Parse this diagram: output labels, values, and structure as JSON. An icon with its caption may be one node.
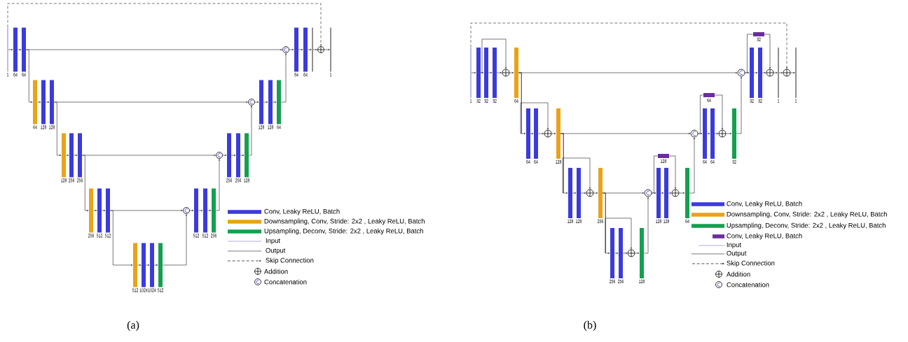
{
  "diagram": {
    "nodes": [
      {
        "text": [],
        "shape": "line",
        "beside": [
          "1"
        ]
      },
      {
        "text": [],
        "shape": "bar",
        "beside": [
          "64"
        ]
      },
      {
        "text": [],
        "shape": "bar",
        "beside": [
          "64"
        ]
      },
      {
        "text": [],
        "shape": "bar",
        "beside": [
          "64"
        ]
      },
      {
        "text": [],
        "shape": "bar",
        "beside": [
          "128"
        ]
      },
      {
        "text": [],
        "shape": "bar",
        "beside": [
          "128"
        ]
      },
      {
        "text": [],
        "shape": "bar",
        "beside": [
          "128"
        ]
      },
      {
        "text": [],
        "shape": "bar",
        "beside": [
          "256"
        ]
      },
      {
        "text": [],
        "shape": "bar",
        "beside": [
          "256"
        ]
      },
      {
        "text": [],
        "shape": "bar",
        "beside": [
          "256"
        ]
      },
      {
        "text": [],
        "shape": "bar",
        "beside": [
          "512"
        ]
      },
      {
        "text": [],
        "shape": "bar",
        "beside": [
          "512"
        ]
      },
      {
        "text": [],
        "shape": "bar",
        "beside": [
          "512"
        ]
      },
      {
        "text": [],
        "shape": "bar",
        "beside": [
          "1024"
        ]
      },
      {
        "text": [],
        "shape": "bar",
        "beside": [
          "1024"
        ]
      },
      {
        "text": [],
        "shape": "bar",
        "beside": [
          "512"
        ]
      },
      {
        "text": [],
        "shape": "circle"
      },
      {
        "text": [],
        "shape": "bar",
        "beside": [
          "512"
        ]
      },
      {
        "text": [],
        "shape": "bar",
        "beside": [
          "512"
        ]
      },
      {
        "text": [],
        "shape": "bar",
        "beside": [
          "256"
        ]
      },
      {
        "text": [],
        "shape": "circle"
      },
      {
        "text": [],
        "shape": "bar",
        "beside": [
          "256"
        ]
      },
      {
        "text": [],
        "shape": "bar",
        "beside": [
          "256"
        ]
      },
      {
        "text": [],
        "shape": "bar",
        "beside": [
          "128"
        ]
      },
      {
        "text": [],
        "shape": "circle"
      },
      {
        "text": [],
        "shape": "bar",
        "beside": [
          "128"
        ]
      },
      {
        "text": [],
        "shape": "bar",
        "beside": [
          "128"
        ]
      },
      {
        "text": [],
        "shape": "bar",
        "beside": [
          "64"
        ]
      },
      {
        "text": [],
        "shape": "circle"
      },
      {
        "text": [],
        "shape": "bar",
        "beside": [
          "64"
        ]
      },
      {
        "text": [],
        "shape": "bar",
        "beside": [
          "64"
        ]
      },
      {
        "text": [],
        "shape": "line"
      },
      {
        "text": [],
        "shape": "plus"
      },
      {
        "text": [],
        "shape": "line",
        "beside": [
          "1"
        ]
      },
      {
        "text": [],
        "shape": "line",
        "beside": [
          "1"
        ]
      },
      {
        "text": [],
        "shape": "bar",
        "beside": [
          "32"
        ]
      },
      {
        "text": [],
        "shape": "bar",
        "beside": [
          "32"
        ]
      },
      {
        "text": [],
        "shape": "bar",
        "beside": [
          "32"
        ]
      },
      {
        "text": [],
        "shape": "plus"
      },
      {
        "text": [],
        "shape": "bar",
        "beside": [
          "64"
        ]
      },
      {
        "text": [],
        "shape": "bar",
        "beside": [
          "64"
        ]
      },
      {
        "text": [],
        "shape": "bar",
        "beside": [
          "64"
        ]
      },
      {
        "text": [],
        "shape": "plus"
      },
      {
        "text": [],
        "shape": "bar",
        "beside": [
          "128"
        ]
      },
      {
        "text": [],
        "shape": "bar",
        "beside": [
          "128"
        ]
      },
      {
        "text": [],
        "shape": "bar",
        "beside": [
          "128"
        ]
      },
      {
        "text": [],
        "shape": "plus"
      },
      {
        "text": [],
        "shape": "bar",
        "beside": [
          "256"
        ]
      },
      {
        "text": [],
        "shape": "bar",
        "beside": [
          "256"
        ]
      },
      {
        "text": [],
        "shape": "bar",
        "beside": [
          "256"
        ]
      },
      {
        "text": [],
        "shape": "plus"
      },
      {
        "text": [],
        "shape": "bar",
        "beside": [
          "128"
        ]
      },
      {
        "text": [],
        "shape": "circle"
      },
      {
        "text": [],
        "shape": "bar",
        "beside": [
          "128"
        ]
      },
      {
        "text": [],
        "shape": "bar",
        "beside": [
          "128"
        ]
      },
      {
        "text": [],
        "shape": "bar",
        "beside": [
          "128"
        ]
      },
      {
        "text": [],
        "shape": "plus"
      },
      {
        "text": [],
        "shape": "bar",
        "beside": [
          "64"
        ]
      },
      {
        "text": [],
        "shape": "circle"
      },
      {
        "text": [],
        "shape": "bar",
        "beside": [
          "64"
        ]
      },
      {
        "text": [],
        "shape": "bar",
        "beside": [
          "64"
        ]
      },
      {
        "text": [],
        "shape": "bar",
        "beside": [
          "64"
        ]
      },
      {
        "text": [],
        "shape": "plus"
      },
      {
        "text": [],
        "shape": "bar",
        "beside": [
          "32"
        ]
      },
      {
        "text": [],
        "shape": "circle"
      },
      {
        "text": [],
        "shape": "bar",
        "beside": [
          "32"
        ]
      },
      {
        "text": [],
        "shape": "bar",
        "beside": [
          "32"
        ]
      },
      {
        "text": [],
        "shape": "bar",
        "beside": [
          "32"
        ]
      },
      {
        "text": [],
        "shape": "plus"
      },
      {
        "text": [],
        "shape": "line",
        "beside": [
          "1"
        ]
      },
      {
        "text": [],
        "shape": "plus"
      },
      {
        "text": [],
        "shape": "line",
        "beside": [
          "1"
        ]
      }
    ],
    "edges": [
      {
        "from": 0,
        "to": 1,
        "arrow": "to"
      },
      {
        "from": 1,
        "to": 2,
        "arrow": "to"
      },
      {
        "from": 2,
        "to": 28,
        "arrow": "to"
      },
      {
        "from": 2,
        "to": 3,
        "arrow": "to"
      },
      {
        "from": 3,
        "to": 4,
        "arrow": "to"
      },
      {
        "from": 4,
        "to": 5,
        "arrow": "to"
      },
      {
        "from": 5,
        "to": 24,
        "arrow": "to"
      },
      {
        "from": 5,
        "to": 6,
        "arrow": "to"
      },
      {
        "from": 6,
        "to": 7,
        "arrow": "to"
      },
      {
        "from": 7,
        "to": 8,
        "arrow": "to"
      },
      {
        "from": 8,
        "to": 20,
        "arrow": "to"
      },
      {
        "from": 8,
        "to": 9,
        "arrow": "to"
      },
      {
        "from": 9,
        "to": 10,
        "arrow": "to"
      },
      {
        "from": 10,
        "to": 11,
        "arrow": "to"
      },
      {
        "from": 11,
        "to": 16,
        "arrow": "to"
      },
      {
        "from": 11,
        "to": 12,
        "arrow": "to"
      },
      {
        "from": 12,
        "to": 13,
        "arrow": "to"
      },
      {
        "from": 13,
        "to": 14,
        "arrow": "to"
      },
      {
        "from": 14,
        "to": 15,
        "arrow": "to"
      },
      {
        "from": 15,
        "to": 16,
        "arrow": "to"
      },
      {
        "from": 16,
        "to": 17,
        "arrow": "to"
      },
      {
        "from": 17,
        "to": 18,
        "arrow": "to"
      },
      {
        "from": 18,
        "to": 19,
        "arrow": "to"
      },
      {
        "from": 19,
        "to": 20,
        "arrow": "to"
      },
      {
        "from": 20,
        "to": 21,
        "arrow": "to"
      },
      {
        "from": 21,
        "to": 22,
        "arrow": "to"
      },
      {
        "from": 22,
        "to": 23,
        "arrow": "to"
      },
      {
        "from": 23,
        "to": 24,
        "arrow": "to"
      },
      {
        "from": 24,
        "to": 25,
        "arrow": "to"
      },
      {
        "from": 25,
        "to": 26,
        "arrow": "to"
      },
      {
        "from": 26,
        "to": 27,
        "arrow": "to"
      },
      {
        "from": 27,
        "to": 28,
        "arrow": "to"
      },
      {
        "from": 28,
        "to": 29,
        "arrow": "to"
      },
      {
        "from": 29,
        "to": 30,
        "arrow": "to"
      },
      {
        "from": 30,
        "to": 31,
        "arrow": "to"
      },
      {
        "from": 31,
        "to": 32,
        "arrow": "to"
      },
      {
        "from": 32,
        "to": 33,
        "arrow": "to"
      },
      {
        "from": 0,
        "to": 32,
        "arrow": "to",
        "style": "dashed"
      },
      {
        "from": 34,
        "to": 35,
        "arrow": "to"
      },
      {
        "from": 35,
        "to": 36,
        "arrow": "to"
      },
      {
        "from": 35,
        "to": 38,
        "arrow": "to"
      },
      {
        "from": 36,
        "to": 37,
        "arrow": "to"
      },
      {
        "from": 37,
        "to": 38,
        "arrow": "to"
      },
      {
        "from": 38,
        "to": 39,
        "arrow": "to"
      },
      {
        "from": 39,
        "to": 64,
        "arrow": "to"
      },
      {
        "from": 39,
        "to": 40,
        "arrow": "to"
      },
      {
        "from": 39,
        "to": 42,
        "arrow": "to"
      },
      {
        "from": 40,
        "to": 41,
        "arrow": "to"
      },
      {
        "from": 41,
        "to": 42,
        "arrow": "to"
      },
      {
        "from": 42,
        "to": 43,
        "arrow": "to"
      },
      {
        "from": 43,
        "to": 58,
        "arrow": "to"
      },
      {
        "from": 43,
        "to": 44,
        "arrow": "to"
      },
      {
        "from": 43,
        "to": 46,
        "arrow": "to"
      },
      {
        "from": 44,
        "to": 45,
        "arrow": "to"
      },
      {
        "from": 45,
        "to": 46,
        "arrow": "to"
      },
      {
        "from": 46,
        "to": 47,
        "arrow": "to"
      },
      {
        "from": 47,
        "to": 52,
        "arrow": "to"
      },
      {
        "from": 47,
        "to": 48,
        "arrow": "to"
      },
      {
        "from": 47,
        "to": 50,
        "arrow": "to"
      },
      {
        "from": 48,
        "to": 49,
        "arrow": "to"
      },
      {
        "from": 49,
        "to": 50,
        "arrow": "to"
      },
      {
        "from": 50,
        "to": 51,
        "arrow": "to"
      },
      {
        "from": 51,
        "to": 52,
        "arrow": "to"
      },
      {
        "from": 52,
        "to": 54,
        "arrow": "to"
      },
      {
        "from": 52,
        "to": 53,
        "arrow": "none"
      },
      {
        "from": 53,
        "to": 56,
        "arrow": "to"
      },
      {
        "from": 54,
        "to": 55,
        "arrow": "to"
      },
      {
        "from": 55,
        "to": 56,
        "arrow": "to"
      },
      {
        "from": 56,
        "to": 57,
        "arrow": "to"
      },
      {
        "from": 57,
        "to": 58,
        "arrow": "to"
      },
      {
        "from": 58,
        "to": 60,
        "arrow": "to"
      },
      {
        "from": 58,
        "to": 59,
        "arrow": "none"
      },
      {
        "from": 59,
        "to": 62,
        "arrow": "to"
      },
      {
        "from": 60,
        "to": 61,
        "arrow": "to"
      },
      {
        "from": 61,
        "to": 62,
        "arrow": "to"
      },
      {
        "from": 62,
        "to": 63,
        "arrow": "to"
      },
      {
        "from": 63,
        "to": 64,
        "arrow": "to"
      },
      {
        "from": 64,
        "to": 66,
        "arrow": "to"
      },
      {
        "from": 64,
        "to": 65,
        "arrow": "none"
      },
      {
        "from": 65,
        "to": 68,
        "arrow": "to"
      },
      {
        "from": 66,
        "to": 67,
        "arrow": "to"
      },
      {
        "from": 67,
        "to": 68,
        "arrow": "to"
      },
      {
        "from": 68,
        "to": 69,
        "arrow": "to"
      },
      {
        "from": 69,
        "to": 70,
        "arrow": "to"
      },
      {
        "from": 70,
        "to": 71,
        "arrow": "to"
      },
      {
        "from": 34,
        "to": 70,
        "arrow": "to",
        "style": "dashed"
      }
    ],
    "labels": [
      "(a)",
      "(b)"
    ],
    "legend": [
      {
        "text": "Conv, Leaky ReLU, Batch",
        "color": "#3b3bdc"
      },
      {
        "text": "Downsampling, Conv, Stride: 2x2 , Leaky ReLU, Batch",
        "color": "#e8a317"
      },
      {
        "text": "Upsampling, Deconv, Stride: 2x2 , Leaky ReLU, Batch",
        "color": "#14a050"
      },
      {
        "text": "Input"
      },
      {
        "text": "Output"
      },
      {
        "text": "Skip Connection"
      },
      {
        "text": "Addition"
      },
      {
        "text": "Concatenation"
      },
      {
        "text": "Conv, Leaky ReLU, Batch",
        "color": "#3b3bdc"
      },
      {
        "text": "Downsampling, Conv, Stride: 2x2 , Leaky ReLU, Batch",
        "color": "#e8a317"
      },
      {
        "text": "Upsampling, Deconv, Stride: 2x2 , Leaky ReLU, Batch",
        "color": "#14a050"
      },
      {
        "text": "Conv, Leaky ReLU, Batch",
        "color": "#6b2d9c"
      },
      {
        "text": "Input"
      },
      {
        "text": "Output"
      },
      {
        "text": "Skip Connection"
      },
      {
        "text": "Addition"
      },
      {
        "text": "Concatenation"
      }
    ]
  }
}
